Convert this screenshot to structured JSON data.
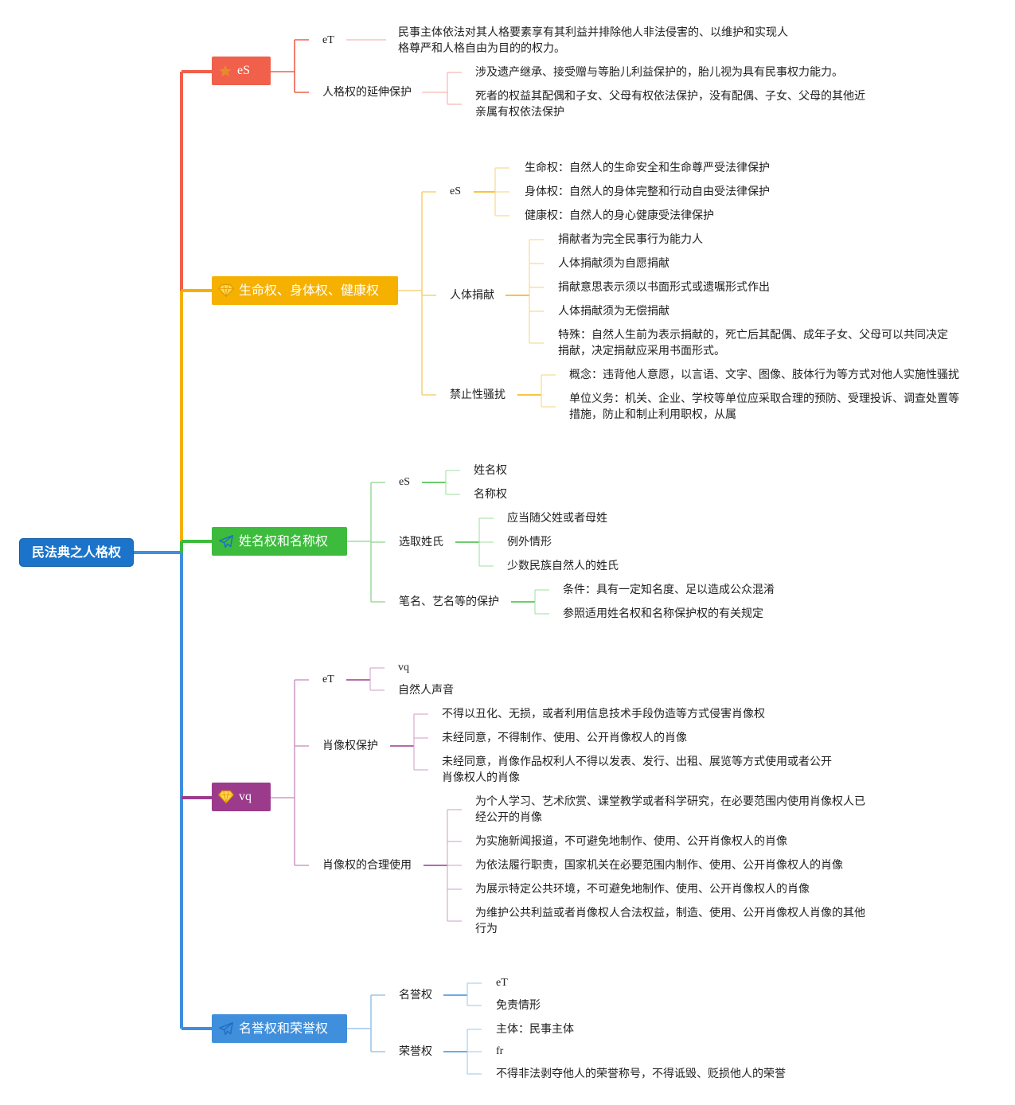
{
  "root": {
    "label": "民法典之人格权"
  },
  "branches": {
    "b1": {
      "label": "eS",
      "color": "#f0604b",
      "icon": "star-icon",
      "c1": {
        "label": "eT",
        "desc": "民事主体依法对其人格要素享有其利益并排除他人非法侵害的、以维护和实现人格尊严和人格自由为目的的权力。"
      },
      "c2": {
        "label": "人格权的延伸保护",
        "items": [
          "涉及遗产继承、接受赠与等胎儿利益保护的，胎儿视为具有民事权力能力。",
          "死者的权益其配偶和子女、父母有权依法保护，没有配偶、子女、父母的其他近亲属有权依法保护"
        ]
      }
    },
    "b2": {
      "label": "生命权、身体权、健康权",
      "color": "#f5b000",
      "icon": "diamond-icon",
      "c1": {
        "label": "eS",
        "items": [
          "生命权：自然人的生命安全和生命尊严受法律保护",
          "身体权：自然人的身体完整和行动自由受法律保护",
          "健康权：自然人的身心健康受法律保护"
        ]
      },
      "c2": {
        "label": "人体捐献",
        "items": [
          "捐献者为完全民事行为能力人",
          "人体捐献须为自愿捐献",
          "捐献意思表示须以书面形式或遗嘱形式作出",
          "人体捐献须为无偿捐献",
          "特殊：自然人生前为表示捐献的，死亡后其配偶、成年子女、父母可以共同决定捐献，决定捐献应采用书面形式。"
        ]
      },
      "c3": {
        "label": "禁止性骚扰",
        "items": [
          "概念：违背他人意愿，以言语、文字、图像、肢体行为等方式对他人实施性骚扰",
          "单位义务：机关、企业、学校等单位应采取合理的预防、受理投诉、调查处置等措施，防止和制止利用职权，从属"
        ]
      }
    },
    "b3": {
      "label": "姓名权和名称权",
      "color": "#3dbb3d",
      "icon": "send-icon",
      "c1": {
        "label": "eS",
        "items": [
          "姓名权",
          "名称权"
        ]
      },
      "c2": {
        "label": "选取姓氏",
        "items": [
          "应当随父姓或者母姓",
          "例外情形",
          "少数民族自然人的姓氏"
        ]
      },
      "c3": {
        "label": "笔名、艺名等的保护",
        "items": [
          "条件：具有一定知名度、足以造成公众混淆",
          "参照适用姓名权和名称保护权的有关规定"
        ]
      }
    },
    "b4": {
      "label": "vq",
      "color": "#9c3b8c",
      "icon": "diamond-icon",
      "c1": {
        "label": "eT",
        "items": [
          "vq",
          "自然人声音"
        ]
      },
      "c2": {
        "label": "肖像权保护",
        "items": [
          "不得以丑化、无损，或者利用信息技术手段伪造等方式侵害肖像权",
          "未经同意，不得制作、使用、公开肖像权人的肖像",
          "未经同意，肖像作品权利人不得以发表、发行、出租、展览等方式使用或者公开肖像权人的肖像"
        ]
      },
      "c3": {
        "label": "肖像权的合理使用",
        "items": [
          "为个人学习、艺术欣赏、课堂教学或者科学研究，在必要范围内使用肖像权人已经公开的肖像",
          "为实施新闻报道，不可避免地制作、使用、公开肖像权人的肖像",
          "为依法履行职责，国家机关在必要范围内制作、使用、公开肖像权人的肖像",
          "为展示特定公共环境，不可避免地制作、使用、公开肖像权人的肖像",
          "为维护公共利益或者肖像权人合法权益，制造、使用、公开肖像权人肖像的其他行为"
        ]
      }
    },
    "b5": {
      "label": "名誉权和荣誉权",
      "color": "#3f8fdc",
      "icon": "send-icon",
      "c1": {
        "label": "名誉权",
        "items": [
          "eT",
          "免责情形"
        ]
      },
      "c2": {
        "label": "荣誉权",
        "items": [
          "主体：民事主体",
          "fr",
          "不得非法剥夺他人的荣誉称号，不得诋毁、贬损他人的荣誉"
        ]
      }
    }
  }
}
